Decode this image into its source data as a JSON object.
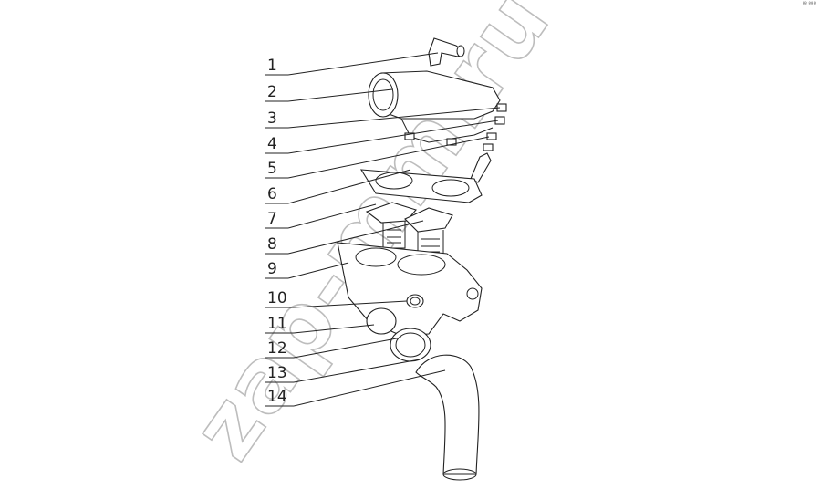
{
  "watermark": "zap-mm.ru",
  "corner_mark": "⁸⁸ ⁸⁸⁸",
  "callouts": [
    "1",
    "2",
    "3",
    "4",
    "5",
    "6",
    "7",
    "8",
    "9",
    "10",
    "11",
    "12",
    "13",
    "14"
  ]
}
